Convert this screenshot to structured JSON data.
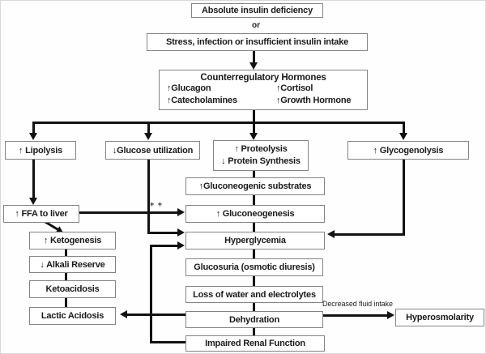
{
  "diagram": {
    "nodes": {
      "absolute_insulin_deficiency": {
        "label": "Absolute insulin deficiency"
      },
      "or_connector": {
        "label": "or"
      },
      "stress": {
        "label": "Stress, infection or insufficient insulin intake"
      },
      "counterregulatory": {
        "title": "Counterregulatory Hormones",
        "items": [
          "↑Glucagon",
          "↑Cortisol",
          "↑Catecholamines",
          "↑Growth Hormone"
        ]
      },
      "lipolysis": {
        "label": "↑ Lipolysis"
      },
      "glucose_utilization": {
        "label": "↓Glucose utilization"
      },
      "proteolysis": {
        "line1": "↑ Proteolysis",
        "line2": "↓ Protein Synthesis"
      },
      "glycogenolysis": {
        "label": "↑ Glycogenolysis"
      },
      "gluconeogenic_substrates": {
        "label": "↑Gluconeogenic substrates"
      },
      "gluconeogenesis": {
        "label": "↑ Gluconeogenesis"
      },
      "ffa_to_liver": {
        "label": "↑ FFA to liver"
      },
      "ketogenesis": {
        "label": "↑ Ketogenesis"
      },
      "alkali_reserve": {
        "label": "↓ Alkali Reserve"
      },
      "ketoacidosis": {
        "label": "Ketoacidosis"
      },
      "lactic_acidosis": {
        "label": "Lactic Acidosis"
      },
      "hyperglycemia": {
        "label": "Hyperglycemia"
      },
      "glucosuria": {
        "label": "Glucosuria (osmotic diuresis)"
      },
      "loss_of_water": {
        "label": "Loss of water and electrolytes"
      },
      "dehydration": {
        "label": "Dehydration"
      },
      "impaired_renal_function": {
        "label": "Impaired Renal Function"
      },
      "hyperosmolarity": {
        "label": "Hyperosmolarity"
      }
    },
    "edge_labels": {
      "plus_plus": "+ +",
      "decreased_fluid_intake": "Decreased fluid intake"
    },
    "colors": {
      "background": "#ffffff",
      "box_border": "#848484",
      "line": "#121212",
      "text": "#1a1a1a"
    }
  }
}
